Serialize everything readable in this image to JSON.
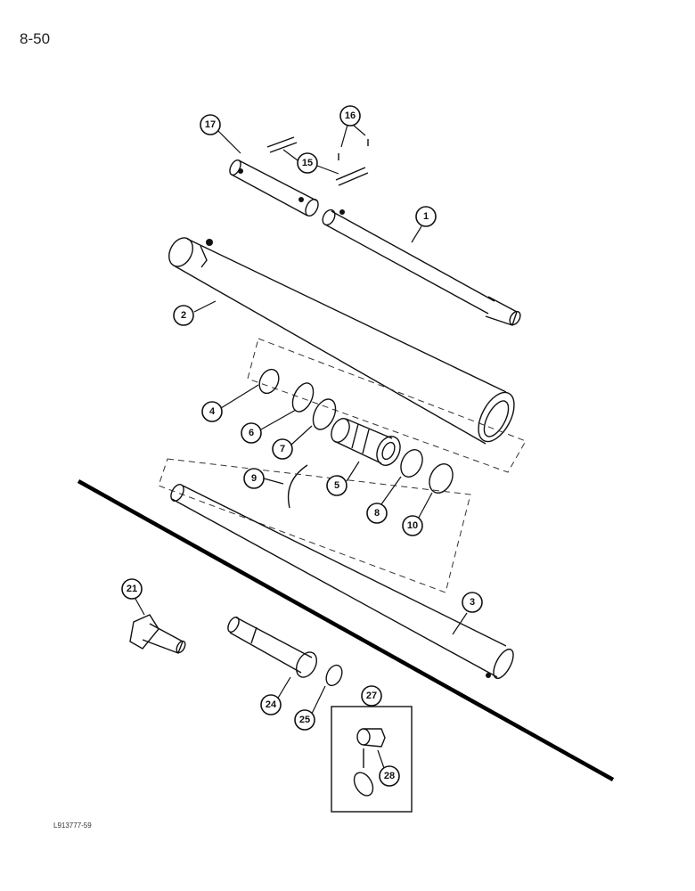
{
  "page_number": "8-50",
  "figure_code": "L913777-59",
  "callouts": [
    {
      "id": "c17",
      "label": "17"
    },
    {
      "id": "c16",
      "label": "16"
    },
    {
      "id": "c15",
      "label": "15"
    },
    {
      "id": "c1",
      "label": "1"
    },
    {
      "id": "c2",
      "label": "2"
    },
    {
      "id": "c4",
      "label": "4"
    },
    {
      "id": "c6",
      "label": "6"
    },
    {
      "id": "c7",
      "label": "7"
    },
    {
      "id": "c5",
      "label": "5"
    },
    {
      "id": "c9",
      "label": "9"
    },
    {
      "id": "c8",
      "label": "8"
    },
    {
      "id": "c10",
      "label": "10"
    },
    {
      "id": "c3",
      "label": "3"
    },
    {
      "id": "c21",
      "label": "21"
    },
    {
      "id": "c24",
      "label": "24"
    },
    {
      "id": "c25",
      "label": "25"
    },
    {
      "id": "c27",
      "label": "27"
    },
    {
      "id": "c28",
      "label": "28"
    }
  ]
}
